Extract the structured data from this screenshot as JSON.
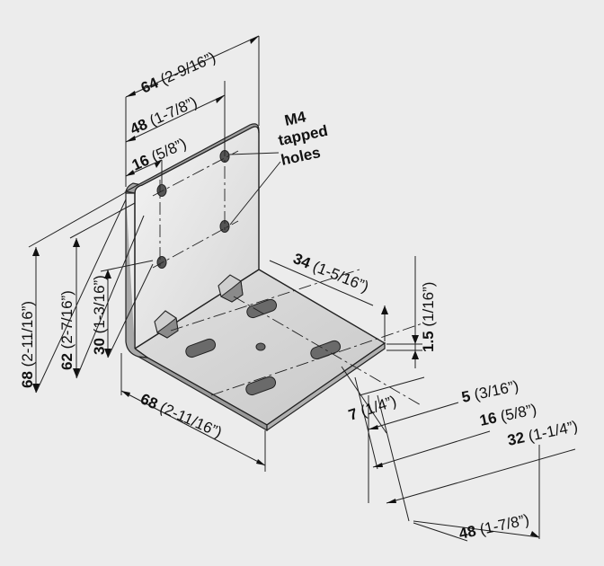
{
  "dimensions": {
    "top_width": {
      "value": "64",
      "unit": "(2-9/16”)"
    },
    "hole_span": {
      "value": "48",
      "unit": "(1-7/8”)"
    },
    "hole_offset": {
      "value": "16",
      "unit": "(5/8”)"
    },
    "overall_height": {
      "value": "68",
      "unit": "(2-11/16”)"
    },
    "inner_height": {
      "value": "62",
      "unit": "(2-7/16”)"
    },
    "lower_hole_height": {
      "value": "30",
      "unit": "(1-3/16”)"
    },
    "base_width": {
      "value": "68",
      "unit": "(2-11/16”)"
    },
    "base_depth": {
      "value": "34",
      "unit": "(1-5/16”)"
    },
    "thickness": {
      "value": "1.5",
      "unit": "(1/16”)"
    },
    "slot_width": {
      "value": "7",
      "unit": "(1/4”)"
    },
    "slot_offset": {
      "value": "5",
      "unit": "(3/16”)"
    },
    "slot_spacing_16": {
      "value": "16",
      "unit": "(5/8”)"
    },
    "slot_spacing_32": {
      "value": "32",
      "unit": "(1-1/4”)"
    },
    "slot_spacing_48": {
      "value": "48",
      "unit": "(1-7/8”)"
    }
  },
  "callout": {
    "line1": "M4",
    "line2": "tapped",
    "line3": "holes"
  }
}
